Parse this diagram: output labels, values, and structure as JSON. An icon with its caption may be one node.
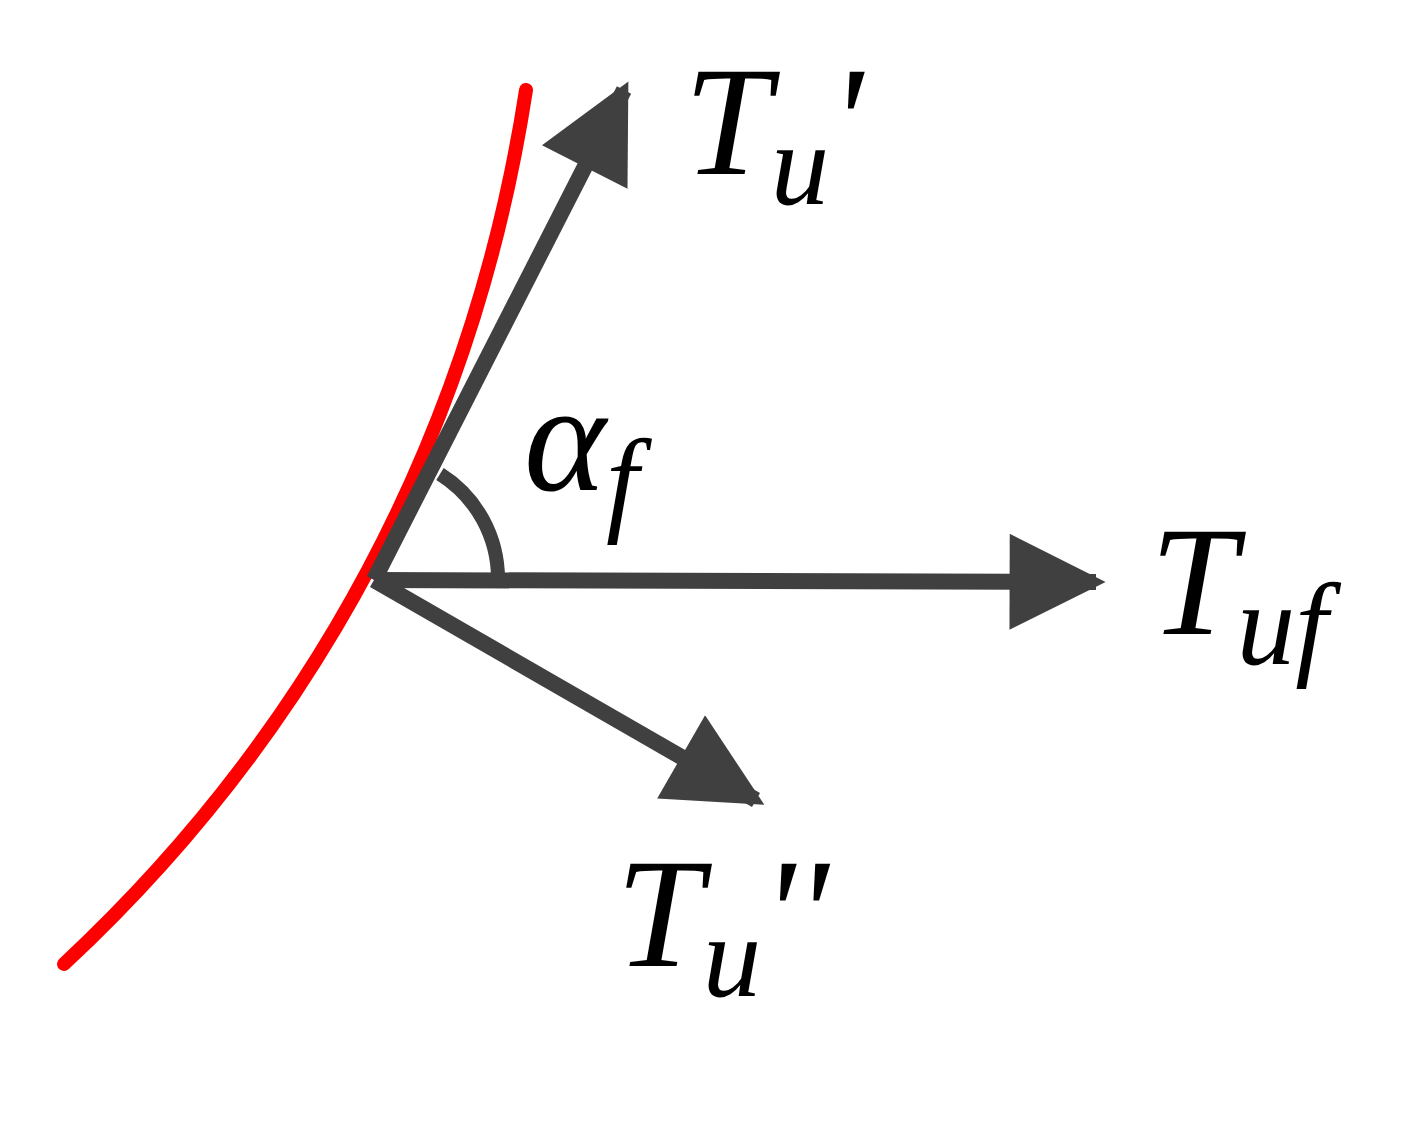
{
  "diagram": {
    "labels": [
      "T$_{u}$'",
      "α$_{f}$",
      "T$_{uf}$",
      "T$_{u}$''"
    ]
  }
}
